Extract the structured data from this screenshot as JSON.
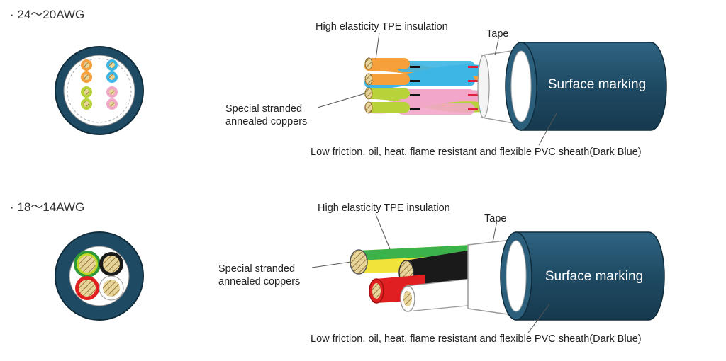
{
  "sections": [
    {
      "heading": "· 24～20AWG",
      "labels": {
        "insulation": "High elasticity TPE insulation",
        "tape": "Tape",
        "conductor_line1": "Special stranded",
        "conductor_line2": "annealed coppers",
        "surface": "Surface marking",
        "sheath": "Low friction, oil, heat, flame resistant and flexible PVC sheath(Dark Blue)"
      }
    },
    {
      "heading": "· 18～14AWG",
      "labels": {
        "insulation": "High elasticity TPE insulation",
        "tape": "Tape",
        "conductor_line1": "Special stranded",
        "conductor_line2": "annealed coppers",
        "surface": "Surface marking",
        "sheath": "Low friction, oil, heat, flame resistant and flexible PVC sheath(Dark Blue)"
      }
    }
  ],
  "colors": {
    "sheath": "#1f4a63",
    "sheath_light": "#2c5f7c",
    "copper": "#d9c48a",
    "orange": "#f5a03a",
    "blue": "#3db6e6",
    "yellow_green": "#b8d23a",
    "pink": "#f2a6c8",
    "green": "#3bb24a",
    "yellow": "#f2e33a",
    "red": "#e02020",
    "black": "#1a1a1a"
  }
}
